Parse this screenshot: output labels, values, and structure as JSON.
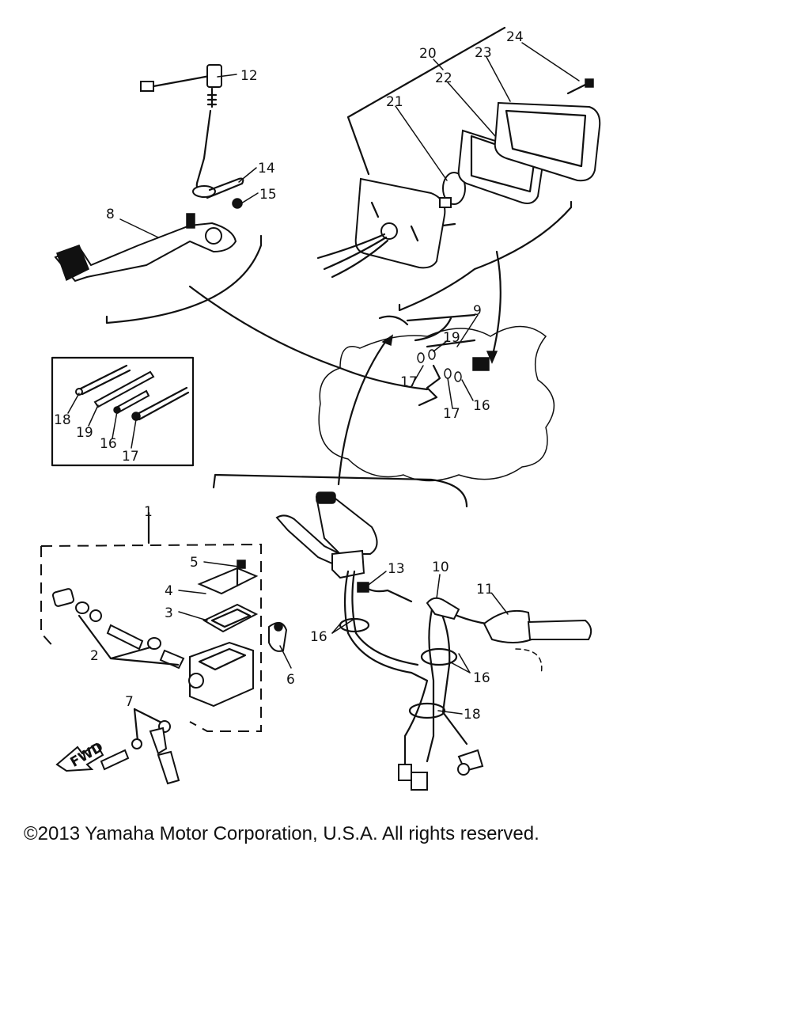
{
  "callouts": {
    "c1": "1",
    "c2": "2",
    "c3": "3",
    "c4": "4",
    "c5": "5",
    "c6": "6",
    "c7": "7",
    "c8": "8",
    "c9": "9",
    "c10": "10",
    "c11": "11",
    "c12": "12",
    "c13": "13",
    "c14": "14",
    "c15": "15",
    "c16": "16",
    "c17": "17",
    "c18": "18",
    "c19": "19",
    "c20": "20",
    "c21": "21",
    "c22": "22",
    "c23": "23",
    "c24": "24"
  },
  "fwd_label": "FWD",
  "copyright": "©2013 Yamaha Motor Corporation, U.S.A. All rights reserved."
}
